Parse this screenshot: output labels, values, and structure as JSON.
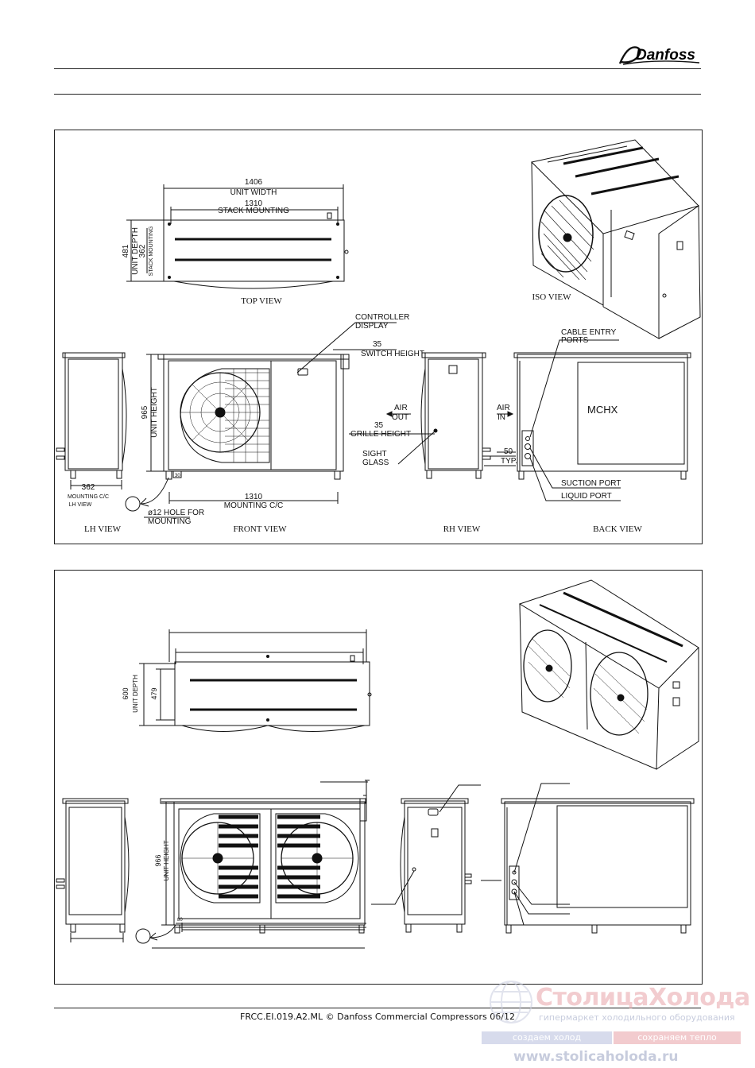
{
  "header": {
    "brand": "Danfoss"
  },
  "drawing1": {
    "top_view": {
      "caption": "TOP VIEW",
      "dim_width_value": "1406",
      "dim_width_label": "UNIT WIDTH",
      "dim_stack_value": "1310",
      "dim_stack_label": "STACK MOUNTING",
      "dim_depth_value": "481",
      "dim_depth_label": "UNIT DEPTH",
      "dim_stackdepth_value": "362",
      "dim_stackdepth_label": "STACK MOUNTING"
    },
    "iso_view": {
      "caption": "ISO VIEW"
    },
    "callouts": {
      "controller_1": "CONTROLLER",
      "controller_2": "DISPLAY",
      "switch_value": "35",
      "switch_label": "SWITCH HEIGHT",
      "cable_1": "CABLE ENTRY",
      "cable_2": "PORTS",
      "air_out_1": "AIR",
      "air_out_2": "OUT",
      "air_in_1": "AIR",
      "air_in_2": "IN",
      "grille_value": "35",
      "grille_label": "GRILLE HEIGHT",
      "sight_1": "SIGHT",
      "sight_2": "GLASS",
      "mchx": "MCHX",
      "typ_value": "50",
      "typ_label": "TYP.",
      "suction": "SUCTION PORT",
      "liquid": "LIQUID PORT",
      "height_value": "965",
      "height_label": "UNIT HEIGHT",
      "lh_mount_value": "362",
      "lh_mount_label": "MOUNTING C/C",
      "lh_mount_sub": "LH VIEW",
      "front_mount_value": "1310",
      "front_mount_label": "MOUNTING C/C",
      "hole_1": "ø12 HOLE FOR",
      "hole_2": "MOUNTING",
      "small_30": "30"
    },
    "captions": {
      "lh": "LH VIEW",
      "front": "FRONT VIEW",
      "rh": "RH VIEW",
      "back": "BACK VIEW"
    }
  },
  "drawing2": {
    "dim_depth_value": "600",
    "dim_depth_label": "UNIT DEPTH",
    "dim_inner_value": "479",
    "height_value": "966",
    "height_label": "UNIT HEIGHT",
    "small_80": "80"
  },
  "footer": {
    "text": "FRCC.EI.019.A2.ML © Danfoss Commercial Compressors 06/12"
  },
  "watermark": {
    "title": "СтолицаХолода",
    "subtitle": "гипермаркет холодильного оборудования",
    "bar_left": "создаем холод",
    "bar_right": "сохраняем тепло",
    "url": "www.stolicaholoda.ru"
  }
}
